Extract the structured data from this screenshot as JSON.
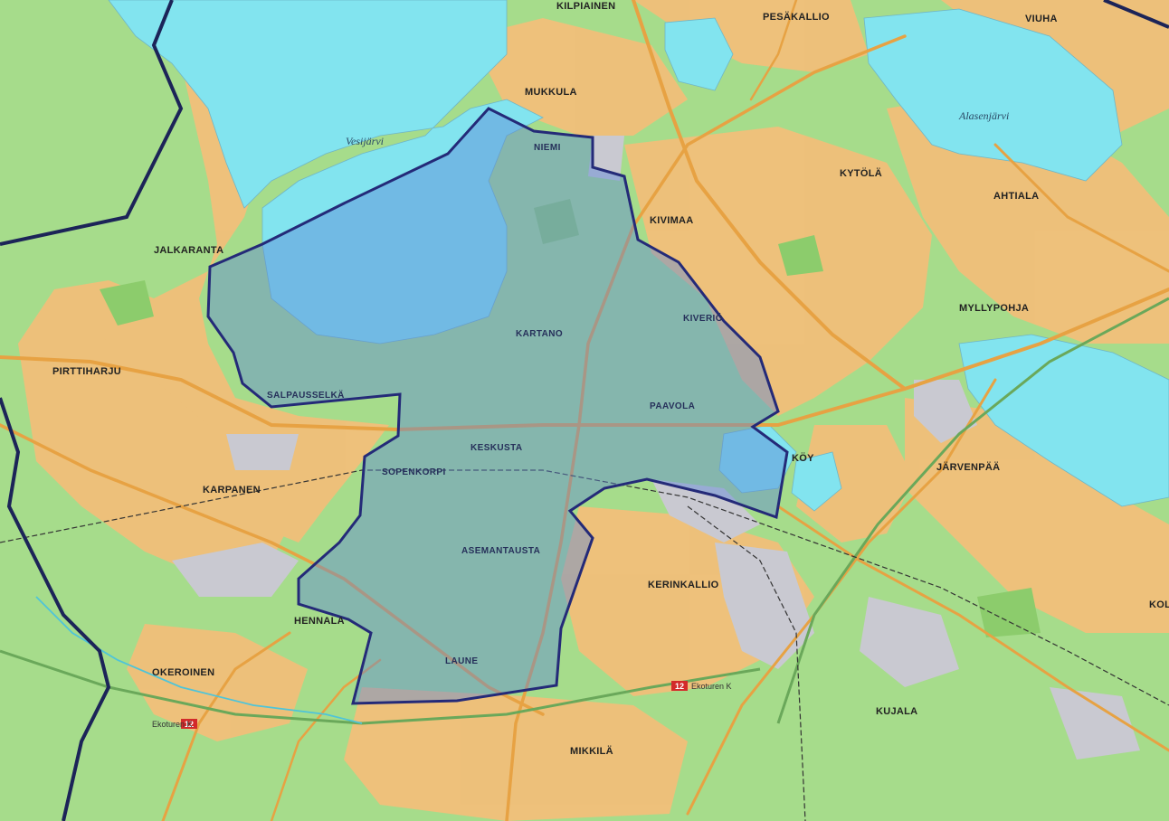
{
  "map": {
    "colors": {
      "land": "#a6dc8b",
      "water": "#82e4ef",
      "urban": "#f1bf7a",
      "industrial": "#c9c9d1",
      "road": "#e7a243",
      "district_fill": "#5d87d6",
      "district_border": "#242a78",
      "municipal_border": "#1c2458"
    },
    "lakes": {
      "vesijarvi": "Vesijärvi",
      "alasenjarvi": "Alasenjärvi"
    },
    "places": {
      "kilpiainen": "KILPIAINEN",
      "pesakallio": "PESÄKALLIO",
      "viuha": "VIUHA",
      "mukkula": "MUKKULA",
      "kytola": "KYTÖLÄ",
      "ahtiala": "AHTIALA",
      "kivimaa": "KIVIMAA",
      "jalkaranta": "JALKARANTA",
      "myllypohja": "MYLLYPOHJA",
      "pirttiharju": "PIRTTIHARJU",
      "karpanen": "KARPANEN",
      "jarvenpaa": "JÄRVENPÄÄ",
      "kerinkallio": "KERINKALLIO",
      "hennala": "HENNALA",
      "okeroinen": "OKEROINEN",
      "kujala": "KUJALA",
      "mikkila": "MIKKILÄ",
      "koy": "KÖY",
      "kol": "KOL"
    },
    "districts": {
      "niemi": "NIEMI",
      "kartano": "KARTANO",
      "kiveria": "KIVERIÖ",
      "paavola": "PAAVOLA",
      "salpausselka": "SALPAUSSELKÄ",
      "keskusta": "KESKUSTA",
      "sopenkorpi": "SOPENKORPI",
      "asemantausta": "ASEMANTAUSTA",
      "laune": "LAUNE"
    },
    "roads": {
      "shield_number": "12",
      "name_west": "Ekoturen K",
      "name_east": "Ekoturen K"
    }
  }
}
